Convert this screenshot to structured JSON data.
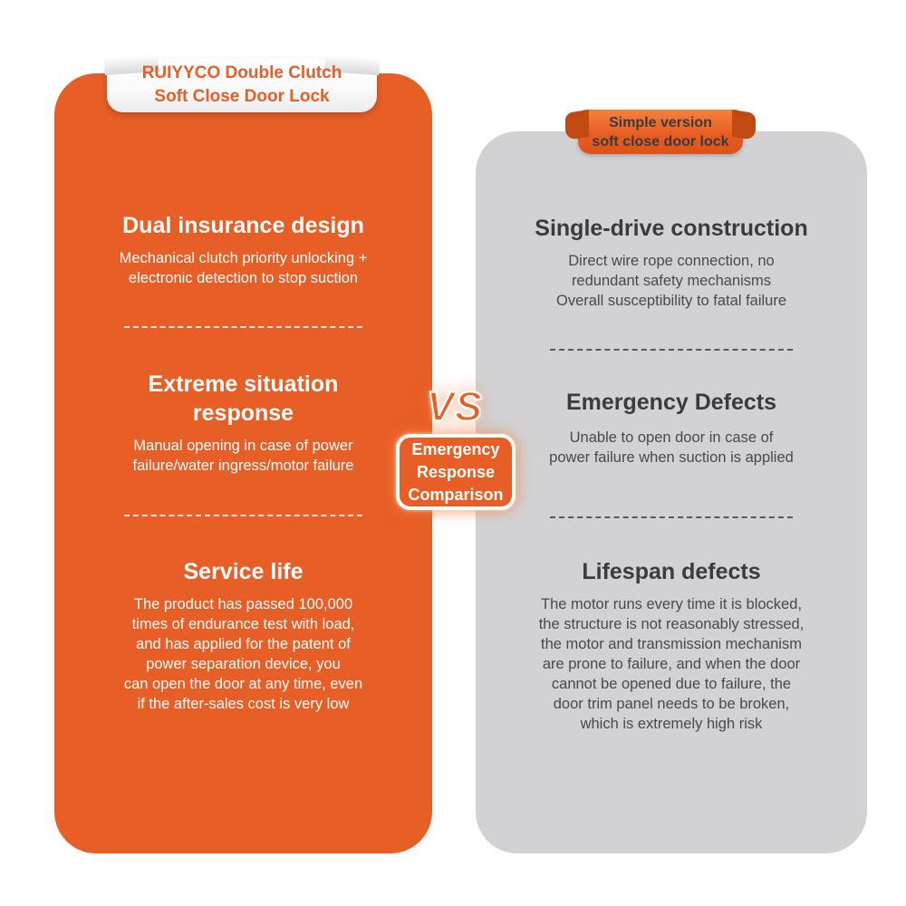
{
  "colors": {
    "brand_orange": "#E75E26",
    "ribbon_fold_orange": "#C04A12",
    "panel_gray": "#D2D2D4",
    "dark_text": "#3B3B3D",
    "white": "#FFFFFF"
  },
  "left_panel": {
    "ribbon_title": "RUIYYCO Double Clutch\nSoft Close Door Lock",
    "sections": [
      {
        "heading": "Dual insurance design",
        "body": "Mechanical clutch priority unlocking +\nelectronic detection to stop suction"
      },
      {
        "heading": "Extreme situation\nresponse",
        "body": "Manual opening in case of power\nfailure/water ingress/motor failure"
      },
      {
        "heading": "Service life",
        "body": "The product has passed 100,000\ntimes of endurance test with load,\nand has applied for the patent of\npower separation device, you\ncan open the door at any time, even\nif the after-sales cost is very low"
      }
    ]
  },
  "right_panel": {
    "ribbon_title": "Simple version\nsoft close door lock",
    "sections": [
      {
        "heading": "Single-drive construction",
        "body": "Direct wire rope connection, no\nredundant safety mechanisms\nOverall susceptibility to fatal failure"
      },
      {
        "heading": "Emergency Defects",
        "body": "Unable to open door in case of\npower failure when suction is applied"
      },
      {
        "heading": "Lifespan defects",
        "body": "The motor runs every time it is blocked,\nthe structure is not reasonably stressed,\nthe motor and transmission mechanism\nare prone to failure, and when the door\ncannot be opened due to failure, the\ndoor trim panel needs to be broken,\nwhich is extremely high risk"
      }
    ]
  },
  "center": {
    "vs_label": "VS",
    "badge_label": "Emergency\nResponse\nComparison"
  }
}
